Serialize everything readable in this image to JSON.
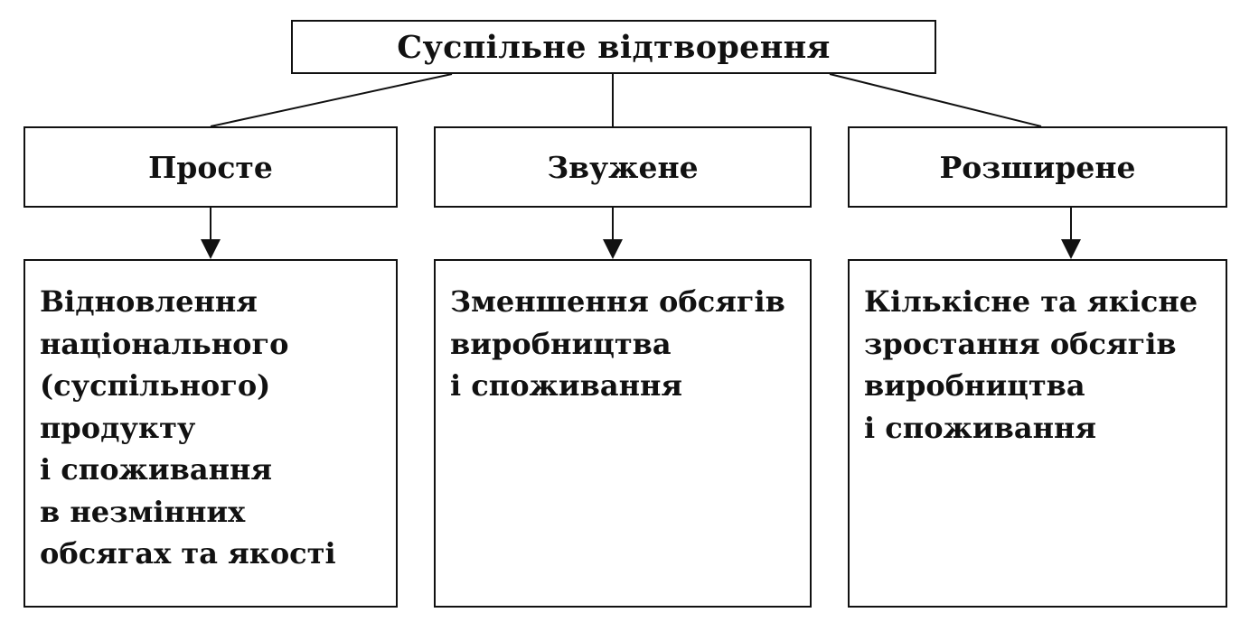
{
  "diagram": {
    "root": {
      "label": "Суспільне відтворення"
    },
    "types": [
      {
        "label": "Просте",
        "description": [
          "Відновлення",
          "національного",
          "(суспільного)",
          "продукту",
          "і споживання",
          "в незмінних",
          "обсягах та якості"
        ]
      },
      {
        "label": "Звужене",
        "description": [
          "Зменшення обсягів",
          "виробництва",
          "і споживання"
        ]
      },
      {
        "label": "Розширене",
        "description": [
          "Кількісне та якісне",
          "зростання обсягів",
          "виробництва",
          "і споживання"
        ]
      }
    ]
  },
  "style": {
    "line_color": "#111111",
    "background": "#ffffff"
  }
}
